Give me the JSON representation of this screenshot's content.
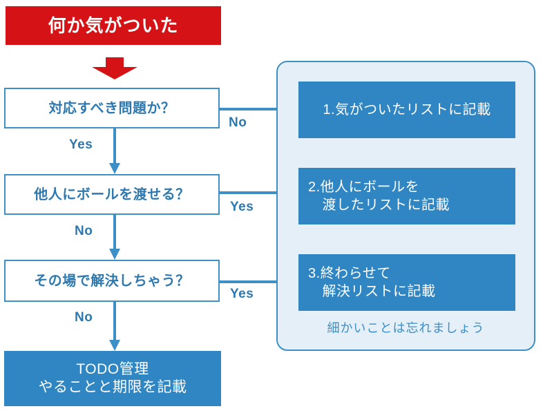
{
  "colors": {
    "red": "#D51317",
    "blue_fill": "#2F86C2",
    "blue_line": "#3D8FC6",
    "blue_text": "#2E78B0",
    "panel_bg": "#E4EFF8",
    "white": "#FFFFFF"
  },
  "title": {
    "text": "何か気がついた"
  },
  "arrows": {
    "start_arrow_icon": "down-arrow-icon",
    "flow_down_icon": "down-arrow-icon",
    "flow_right_icon": "right-arrow-icon"
  },
  "decisions": [
    {
      "id": "decision-1",
      "text": "対応すべき問題か？",
      "yes_label": "Yes",
      "no_label": "No"
    },
    {
      "id": "decision-2",
      "text": "他人にボールを渡せる？",
      "yes_label": "Yes",
      "no_label": "No"
    },
    {
      "id": "decision-3",
      "text": "その場で解決しちゃう？",
      "yes_label": "Yes",
      "no_label": "No"
    }
  ],
  "branch_labels": {
    "yes_1": "Yes",
    "no_1": "No",
    "yes_2": "Yes",
    "no_2": "No",
    "yes_3": "Yes",
    "no_3": "No"
  },
  "terminal": {
    "line1": "TODO管理",
    "line2": "やることと期限を記載"
  },
  "results": [
    {
      "id": "result-box-1",
      "line1": "1.気がついたリストに記載",
      "line2": ""
    },
    {
      "id": "result-box-2",
      "line1": "2.他人にボールを",
      "line2": "　渡したリストに記載"
    },
    {
      "id": "result-box-3",
      "line1": "3.終わらせて",
      "line2": "　解決リストに記載"
    }
  ],
  "panel": {
    "footnote": "細かいことは忘れましょう"
  }
}
